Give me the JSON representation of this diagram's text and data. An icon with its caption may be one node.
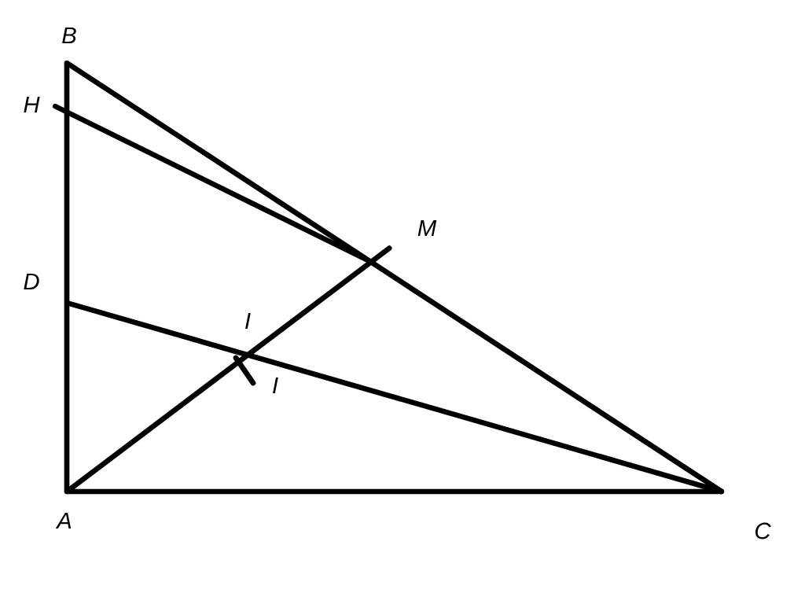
{
  "diagram": {
    "nodes": [
      {
        "text": [
          "B"
        ]
      },
      {
        "text": [
          "H"
        ]
      },
      {
        "text": [
          "M"
        ]
      },
      {
        "text": [
          "D"
        ]
      },
      {
        "text": [
          "I"
        ]
      },
      {
        "text": [
          "A"
        ]
      },
      {
        "text": [
          "C"
        ]
      }
    ],
    "edges": [
      {
        "from": 5,
        "to": 0,
        "arrow": "none"
      },
      {
        "from": 0,
        "to": 6,
        "arrow": "none"
      },
      {
        "from": 5,
        "to": 6,
        "arrow": "none"
      },
      {
        "from": 5,
        "to": 2,
        "arrow": "none"
      },
      {
        "from": 3,
        "to": 6,
        "arrow": "none"
      },
      {
        "from": 1,
        "to": 2,
        "arrow": "none"
      }
    ],
    "labels": [
      "I"
    ]
  }
}
